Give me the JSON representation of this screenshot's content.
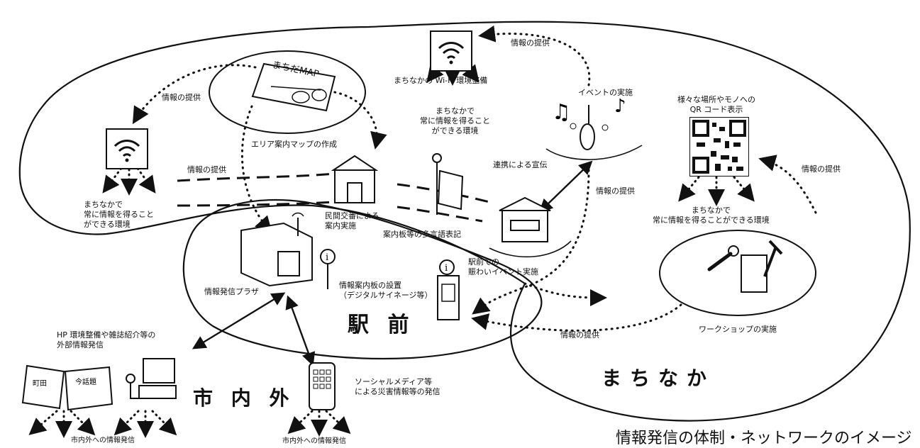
{
  "regions": {
    "ekimae": "駅 前",
    "machinaka": "まちなか",
    "shinaigai": "市 内 外"
  },
  "caption": "情報発信の体制・ネットワークのイメージ",
  "labels": {
    "map_creation": "エリア案内マップの作成",
    "map_text": "まちだMAP",
    "wifi_top": "まちなかの Wi-Fi 環境整備",
    "env_center_1": "まちなかで",
    "env_center_2": "常に情報を得ること",
    "env_center_3": "ができる環境",
    "env_left_1": "まちなかで",
    "env_left_2": "常に情報を得ること",
    "env_left_3": "ができる環境",
    "env_right_1": "まちなかで",
    "env_right_2": "常に情報を得ることができる環境",
    "event": "イベントの実施",
    "qr_1": "様々な場所やモノへの",
    "qr_2": "QR コード表示",
    "pr": "連携による宣伝",
    "private_1": "民間交番による",
    "private_2": "案内実施",
    "multilang": "案内板等の多言語表記",
    "plaza": "情報発信プラザ",
    "signage_1": "情報案内板の設置",
    "signage_2": "（デジタルサイネージ等）",
    "ekimae_event_1": "駅前での",
    "ekimae_event_2": "賑わいイベント実施",
    "workshop": "ワークショップの実施",
    "hp_1": "HP 環境整備や雑誌紹介等の",
    "hp_2": "外部情報発信",
    "social_1": "ソーシャルメディア等",
    "social_2": "による災害情報等の発信",
    "outside_1": "市内外への情報発信",
    "outside_2": "市内外への情報発信",
    "info_1": "情報の提供",
    "info_2": "情報の提供",
    "info_3": "情報の提供",
    "info_4": "情報の提供",
    "info_5": "情報の提供",
    "info_6": "情報の提供"
  }
}
